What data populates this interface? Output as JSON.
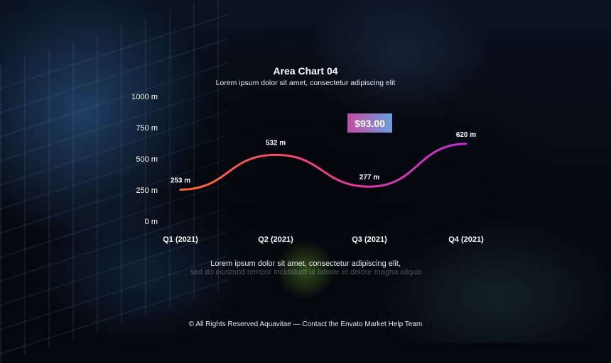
{
  "header": {
    "title": "Area Chart 04",
    "subtitle": "Lorem ipsum dolor sit amet, consectetur adipiscing elit"
  },
  "badge": {
    "price": "$93.00"
  },
  "caption": {
    "line1": "Lorem ipsum dolor sit amet, consectetur adipiscing elit,",
    "line2": "sed do eiusmod tempor incididunt ut labore et dolore magna aliqua"
  },
  "footer": {
    "text": "© All Rights Reserved Aquavitae — Contact the Envato Market Help Team"
  },
  "colors": {
    "line_start": "#ff6a2b",
    "line_mid": "#f03a8a",
    "line_end": "#c62ee0"
  },
  "chart_data": {
    "type": "line",
    "title": "Area Chart 04",
    "subtitle": "Lorem ipsum dolor sit amet, consectetur adipiscing elit",
    "categories": [
      "Q1 (2021)",
      "Q2 (2021)",
      "Q3 (2021)",
      "Q4 (2021)"
    ],
    "values": [
      253,
      532,
      277,
      620
    ],
    "data_labels": [
      "253 m",
      "532 m",
      "277 m",
      "620 m"
    ],
    "yticks": [
      0,
      250,
      500,
      750,
      1000
    ],
    "ytick_labels": [
      "0 m",
      "250 m",
      "500 m",
      "750 m",
      "1000 m"
    ],
    "ylim": [
      0,
      1000
    ],
    "grid": false,
    "legend": "none"
  }
}
